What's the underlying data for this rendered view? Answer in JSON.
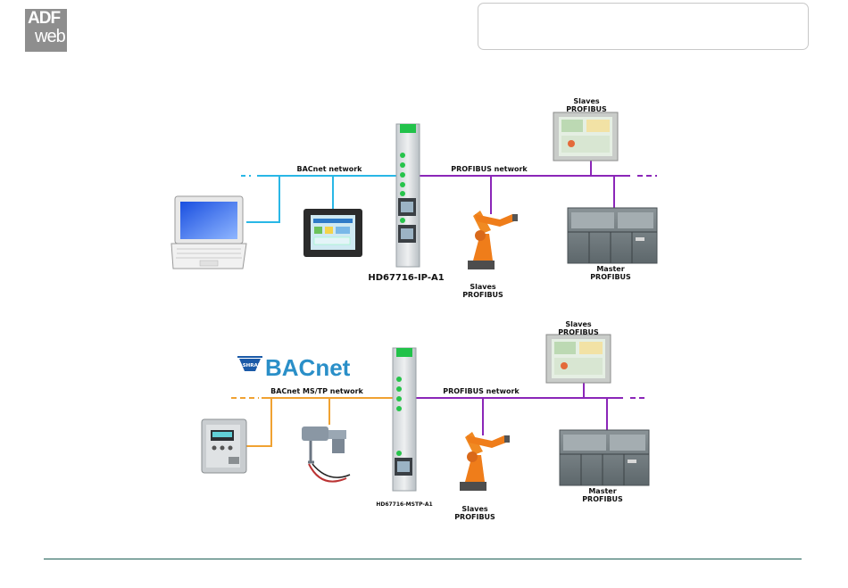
{
  "logo": {
    "line1": "ADF",
    "line2": "web"
  },
  "colors": {
    "bacnet_ip": "#29b7e6",
    "mstp": "#f0a232",
    "profibus": "#8b26b8",
    "footer": "#1f5f55"
  },
  "diagram1": {
    "left_network": "BACnet network",
    "right_network": "PROFIBUS network",
    "device": "HD67716-IP-A1",
    "slaves_top": [
      "Slaves",
      "PROFIBUS"
    ],
    "slaves_bottom": [
      "Slaves",
      "PROFIBUS"
    ],
    "master": [
      "Master",
      "PROFIBUS"
    ]
  },
  "diagram2": {
    "bacnet_logo": "BACnet",
    "ashrae": "ASHRAE",
    "left_network": "BACnet MS/TP network",
    "right_network": "PROFIBUS network",
    "device": "HD67716-MSTP-A1",
    "slaves_top": [
      "Slaves",
      "PROFIBUS"
    ],
    "slaves_bottom": [
      "Slaves",
      "PROFIBUS"
    ],
    "master": [
      "Master",
      "PROFIBUS"
    ]
  }
}
